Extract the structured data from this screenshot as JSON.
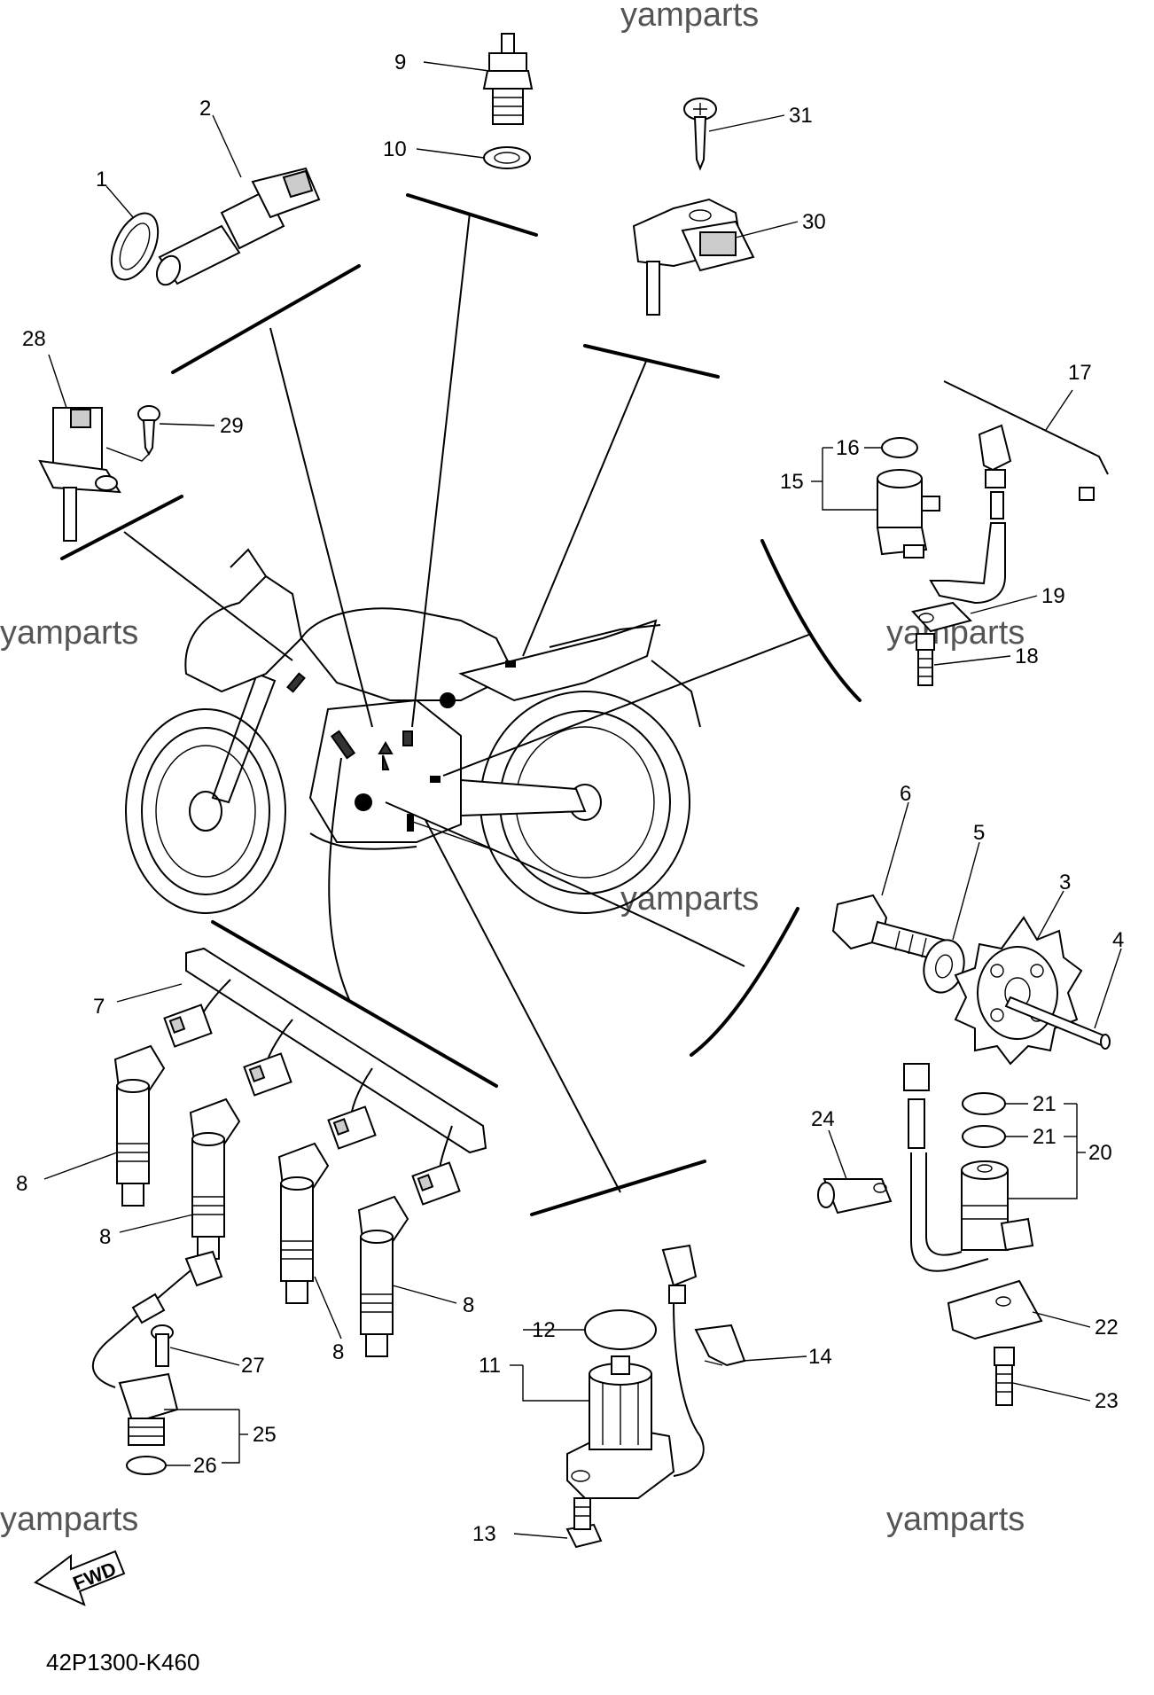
{
  "watermark": "yamparts",
  "diagram_code": "42P1300-K460",
  "fwd_label": "FWD",
  "callouts": {
    "c1": "1",
    "c2": "2",
    "c3": "3",
    "c4": "4",
    "c5": "5",
    "c6": "6",
    "c7": "7",
    "c8a": "8",
    "c8b": "8",
    "c8c": "8",
    "c8d": "8",
    "c9": "9",
    "c10": "10",
    "c11": "11",
    "c12": "12",
    "c13": "13",
    "c14": "14",
    "c15": "15",
    "c16": "16",
    "c17": "17",
    "c18": "18",
    "c19": "19",
    "c20": "20",
    "c21a": "21",
    "c21b": "21",
    "c22": "22",
    "c23": "23",
    "c24": "24",
    "c25": "25",
    "c26": "26",
    "c27": "27",
    "c28": "28",
    "c29": "29",
    "c30": "30",
    "c31": "31"
  }
}
